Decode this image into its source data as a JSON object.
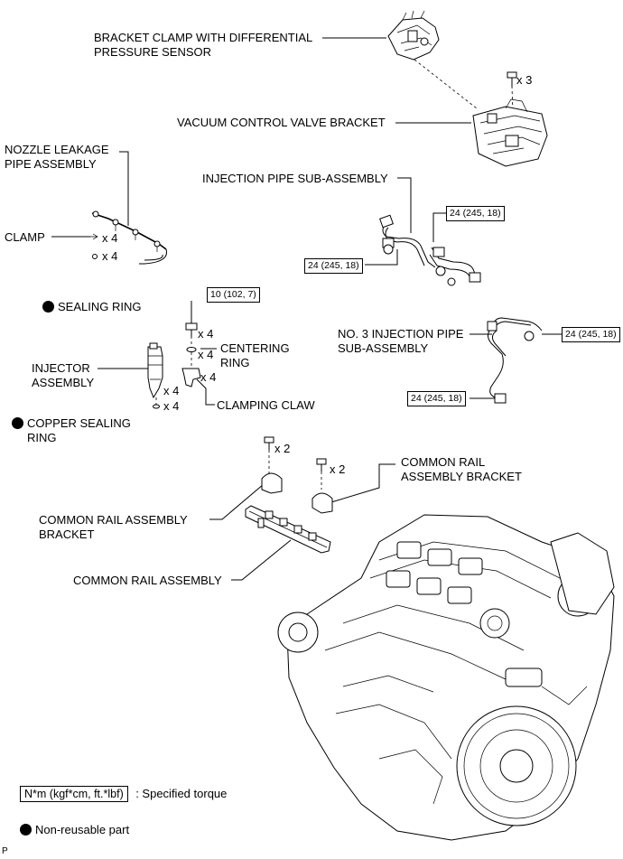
{
  "labels": {
    "bracket_clamp": "BRACKET CLAMP WITH DIFFERENTIAL\nPRESSURE SENSOR",
    "vacuum_bracket": "VACUUM CONTROL VALVE BRACKET",
    "nozzle_leakage": "NOZZLE LEAKAGE\nPIPE ASSEMBLY",
    "injection_pipe": "INJECTION PIPE SUB-ASSEMBLY",
    "clamp": "CLAMP",
    "sealing_ring": "SEALING RING",
    "no3_injection_pipe": "NO. 3 INJECTION PIPE\nSUB-ASSEMBLY",
    "centering_ring": "CENTERING\nRING",
    "injector": "INJECTOR\nASSEMBLY",
    "clamping_claw": "CLAMPING CLAW",
    "copper_sealing": "COPPER SEALING\nRING",
    "cr_bracket_right": "COMMON RAIL\nASSEMBLY BRACKET",
    "cr_bracket_left": "COMMON RAIL ASSEMBLY\nBRACKET",
    "common_rail": "COMMON RAIL ASSEMBLY"
  },
  "quantities": {
    "bolt_x3": "x 3",
    "clamp_x4": "x 4",
    "seal_x4": "x 4",
    "bolt_x4": "x 4",
    "centering_x4": "x 4",
    "claw_x4": "x 4",
    "injector_x4": "x 4",
    "copper_x4": "x 4",
    "bracket_bolt_left_x2": "x 2",
    "bracket_bolt_right_x2": "x 2"
  },
  "torques": {
    "inj_pipe_upper": "24 (245, 18)",
    "inj_pipe_lower": "24 (245, 18)",
    "clamp_bolt": "10 (102, 7)",
    "no3_upper": "24 (245, 18)",
    "no3_lower": "24 (245, 18)"
  },
  "legend": {
    "torque_box": "N*m (kgf*cm, ft.*lbf)",
    "torque_desc": ": Specified torque",
    "nonreusable": "Non-reusable part"
  },
  "footer_code": "P"
}
